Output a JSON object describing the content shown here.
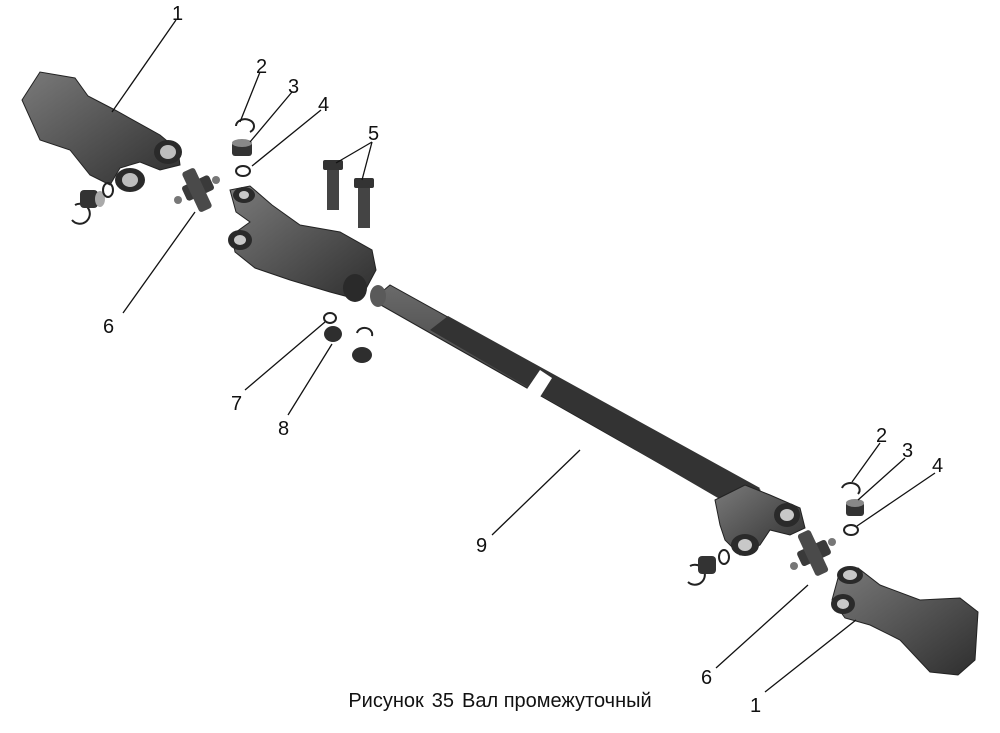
{
  "caption": {
    "figure_word": "Рисунок",
    "figure_number": "35",
    "title": "Вал промежуточный"
  },
  "callouts": {
    "c1_top": "1",
    "c2_top": "2",
    "c3_top": "3",
    "c4_top": "4",
    "c5": "5",
    "c6_top": "6",
    "c7": "7",
    "c8": "8",
    "c9": "9",
    "c2_bottom": "2",
    "c3_bottom": "3",
    "c4_bottom": "4",
    "c6_bottom": "6",
    "c1_bottom": "1"
  },
  "colors": {
    "part_dark": "#3a3a3a",
    "part_mid": "#5a5a5a",
    "part_light": "#8a8a8a",
    "line": "#111111"
  }
}
